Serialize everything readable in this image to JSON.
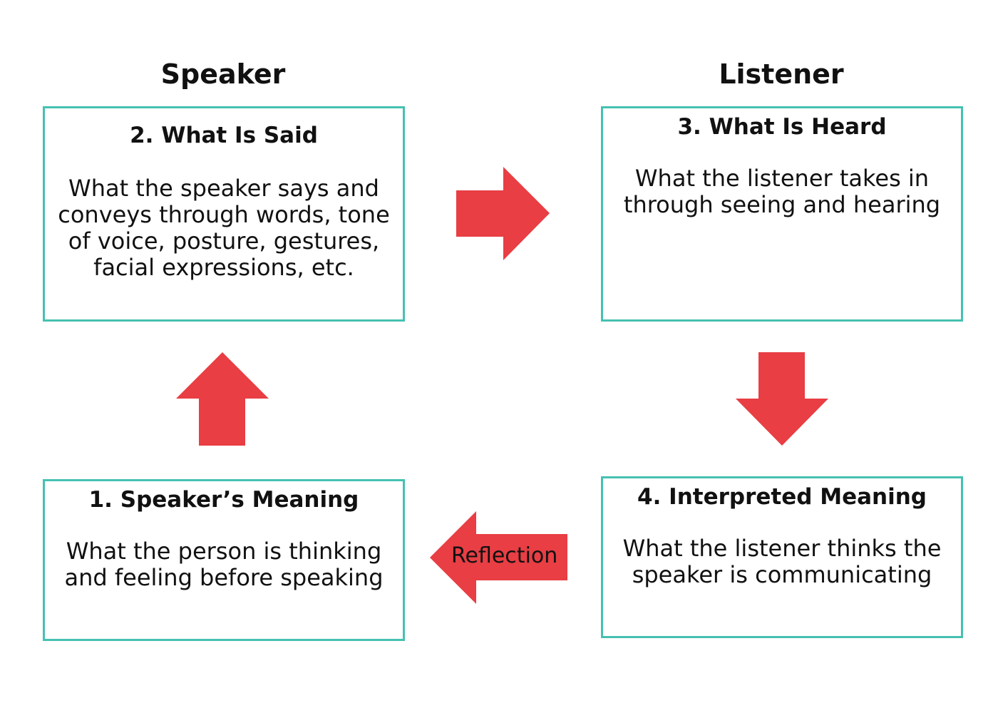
{
  "columns": {
    "speaker": "Speaker",
    "listener": "Listener"
  },
  "boxes": [
    {
      "id": "1",
      "title": "1. Speaker’s Meaning",
      "body": "What the person is thinking and feeling before speaking"
    },
    {
      "id": "2",
      "title": "2. What Is Said",
      "body": "What the speaker says and conveys through words, tone of voice, posture, gestures, facial expressions, etc."
    },
    {
      "id": "3",
      "title": "3. What Is Heard",
      "body": "What the listener takes in through seeing and hearing"
    },
    {
      "id": "4",
      "title": "4. Interpreted Meaning",
      "body": "What the listener thinks the speaker is communicating"
    }
  ],
  "arrows": {
    "reflection_label": "Reflection"
  },
  "colors": {
    "box_border": "#45c1b1",
    "arrow_fill": "#e83e44"
  }
}
